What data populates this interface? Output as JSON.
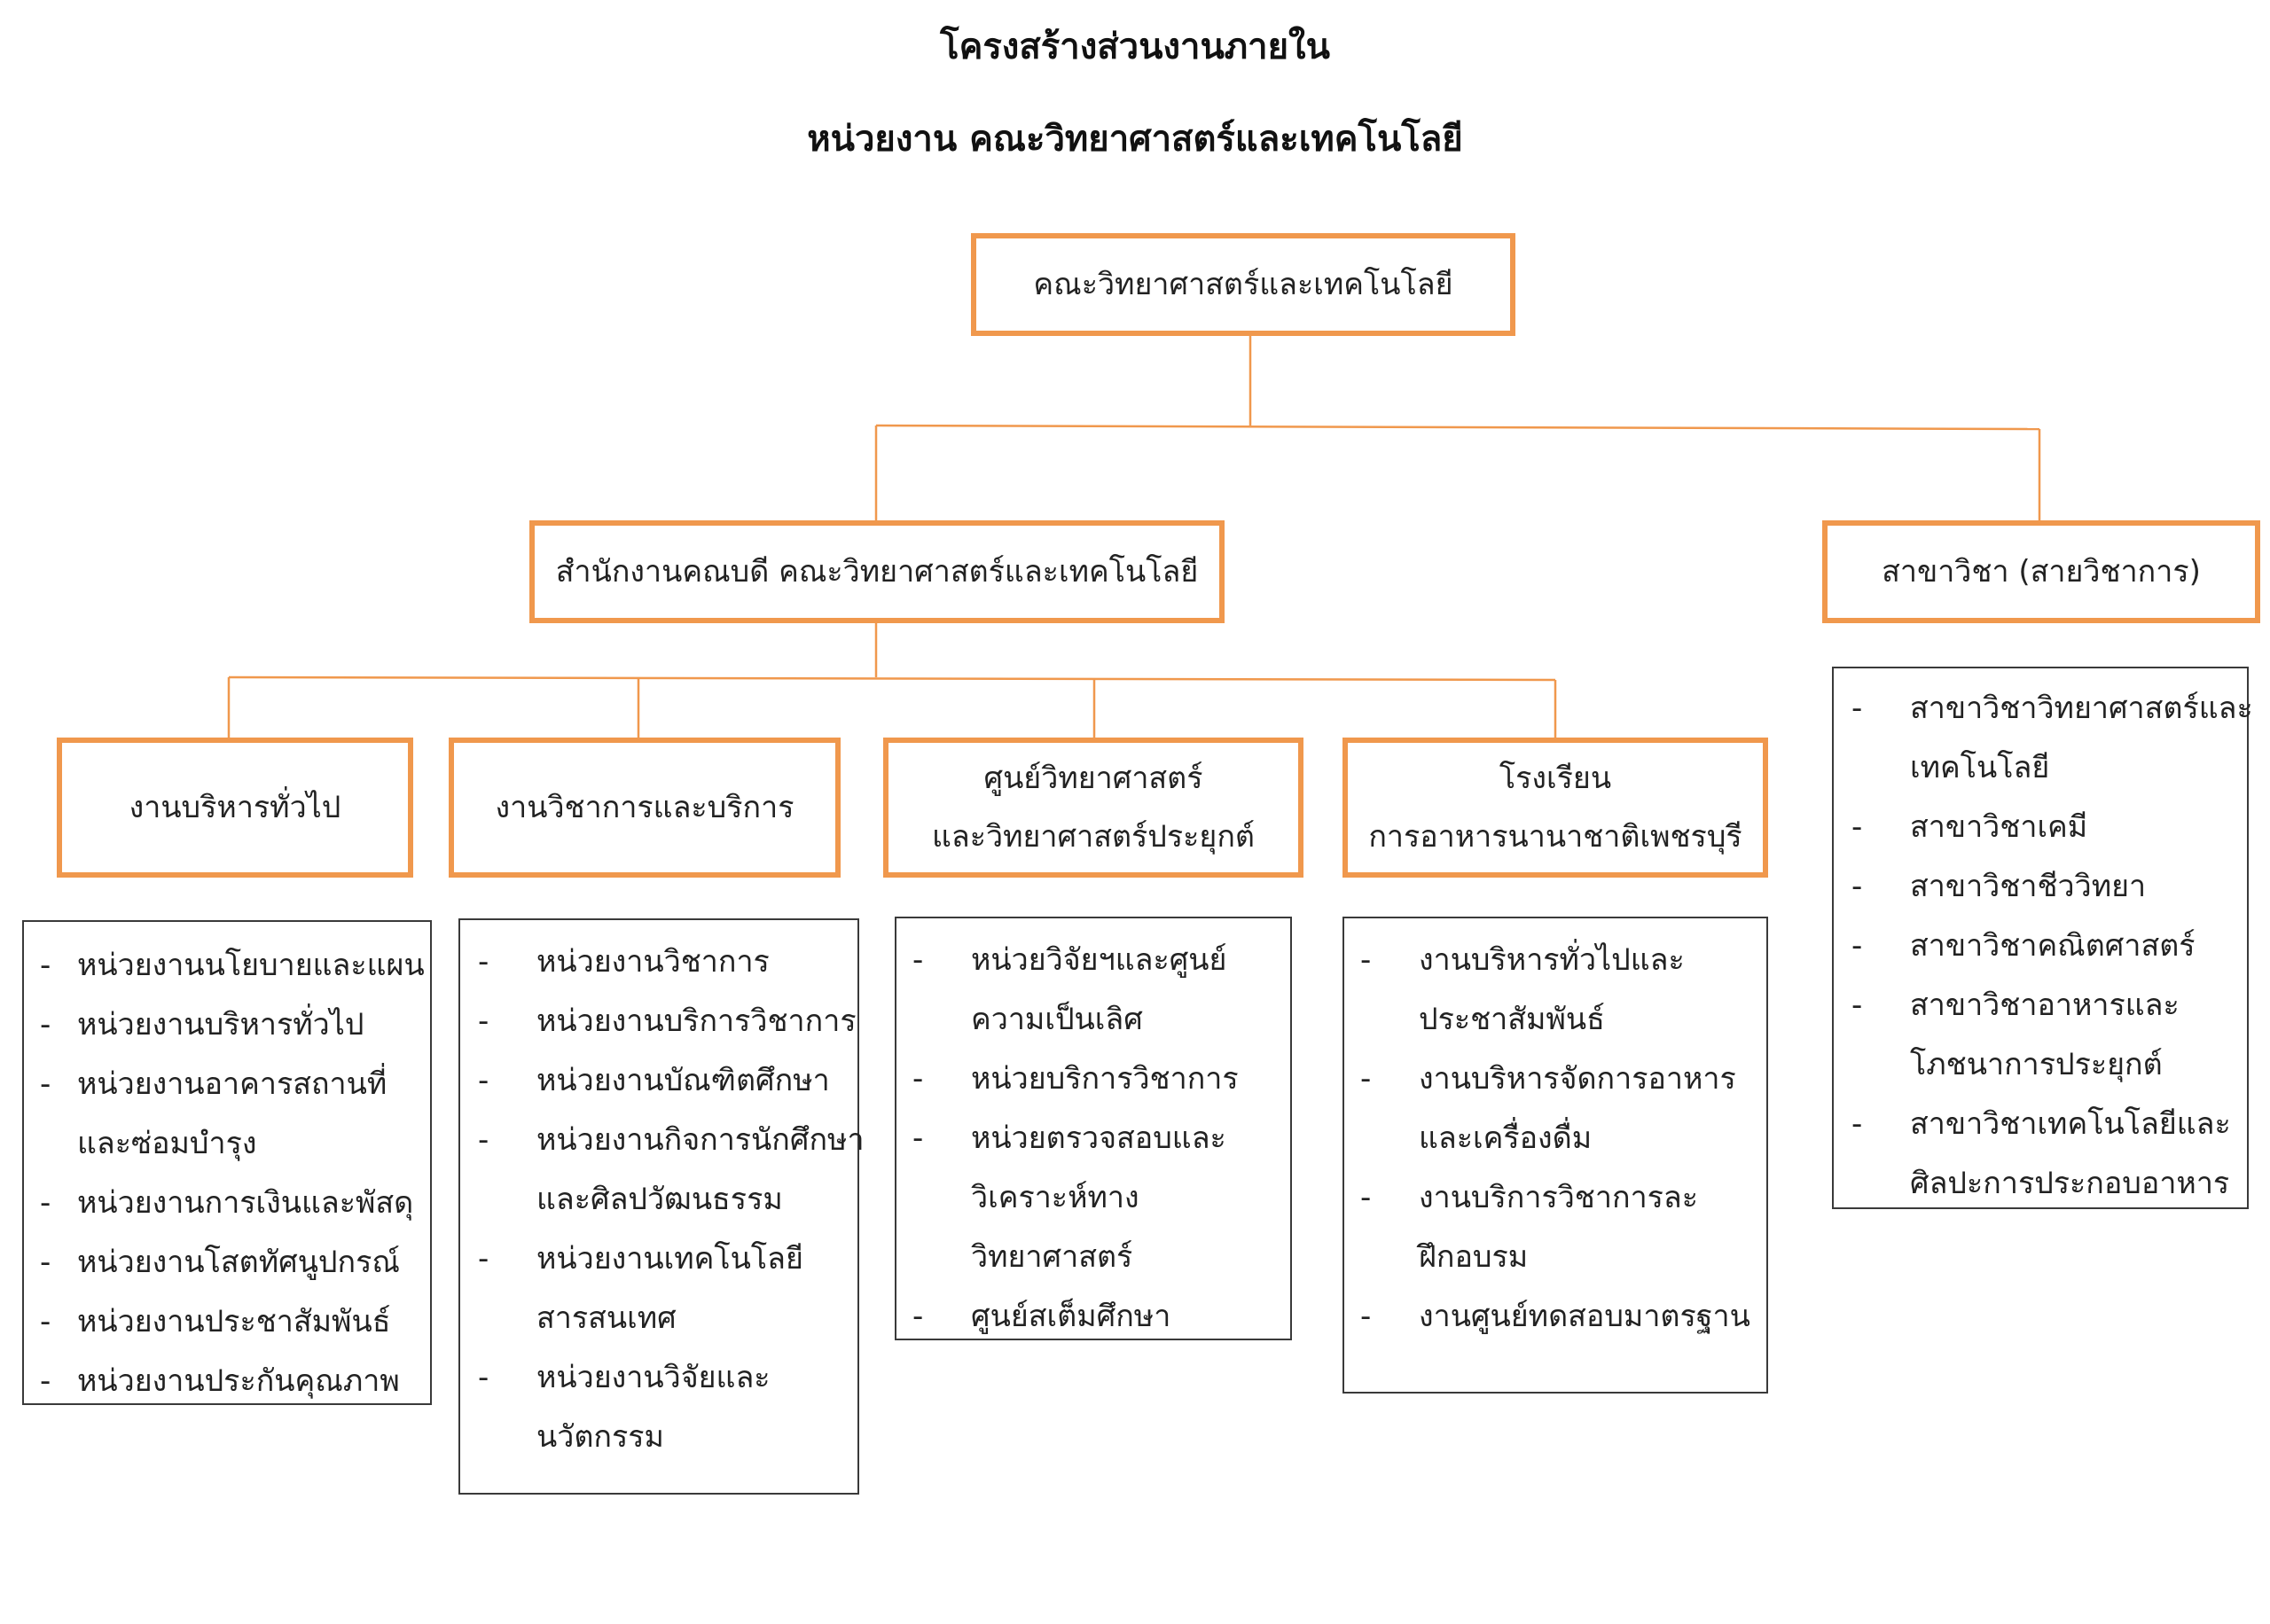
{
  "title": "โครงสร้างส่วนงานภายใน",
  "subtitle": "หน่วยงาน  คณะวิทยาศาสตร์และเทคโนโลยี",
  "root": {
    "label": "คณะวิทยาศาสตร์และเทคโนโลยี"
  },
  "office": {
    "label": "สำนักงานคณบดี  คณะวิทยาศาสตร์และเทคโนโลยี"
  },
  "branch": {
    "label": "สาขาวิชา (สายวิชาการ)",
    "items": [
      [
        "สาขาวิชาวิทยาศาสตร์และ",
        "เทคโนโลยี"
      ],
      [
        "สาขาวิชาเคมี"
      ],
      [
        "สาขาวิชาชีววิทยา"
      ],
      [
        "สาขาวิชาคณิตศาสตร์"
      ],
      [
        "สาขาวิชาอาหารและ",
        "โภชนาการประยุกต์"
      ],
      [
        "สาขาวิชาเทคโนโลยีและ",
        "ศิลปะการประกอบอาหาร"
      ]
    ]
  },
  "departments": [
    {
      "label": [
        "งานบริหารทั่วไป"
      ],
      "items": [
        [
          "หน่วยงานนโยบายและแผน"
        ],
        [
          "หน่วยงานบริหารทั่วไป"
        ],
        [
          "หน่วยงานอาคารสถานที่",
          "และซ่อมบำรุง"
        ],
        [
          "หน่วยงานการเงินและพัสดุ"
        ],
        [
          "หน่วยงานโสตทัศนูปกรณ์"
        ],
        [
          "หน่วยงานประชาสัมพันธ์"
        ],
        [
          "หน่วยงานประกันคุณภาพ"
        ]
      ]
    },
    {
      "label": [
        "งานวิชาการและบริการ"
      ],
      "items": [
        [
          "หน่วยงานวิชาการ"
        ],
        [
          "หน่วยงานบริการวิชาการ"
        ],
        [
          "หน่วยงานบัณฑิตศึกษา"
        ],
        [
          "หน่วยงานกิจการนักศึกษา",
          "และศิลปวัฒนธรรม"
        ],
        [
          "หน่วยงานเทคโนโลยี",
          "สารสนเทศ"
        ],
        [
          "หน่วยงานวิจัยและ",
          "นวัตกรรม"
        ]
      ]
    },
    {
      "label": [
        "ศูนย์วิทยาศาสตร์",
        "และวิทยาศาสตร์ประยุกต์"
      ],
      "items": [
        [
          "หน่วยวิจัยฯและศูนย์",
          "ความเป็นเลิศ"
        ],
        [
          "หน่วยบริการวิชาการ"
        ],
        [
          "หน่วยตรวจสอบและ",
          "วิเคราะห์ทาง",
          "วิทยาศาสตร์"
        ],
        [
          "ศูนย์สเต็มศึกษา"
        ]
      ]
    },
    {
      "label": [
        "โรงเรียน",
        "การอาหารนานาชาติเพชรบุรี"
      ],
      "items": [
        [
          "งานบริหารทั่วไปและ",
          "ประชาสัมพันธ์"
        ],
        [
          "งานบริหารจัดการอาหาร",
          "และเครื่องดื่ม"
        ],
        [
          "งานบริการวิชาการละ",
          "ฝึกอบรม"
        ],
        [
          "งานศูนย์ทดสอบมาตรฐาน"
        ]
      ]
    }
  ]
}
